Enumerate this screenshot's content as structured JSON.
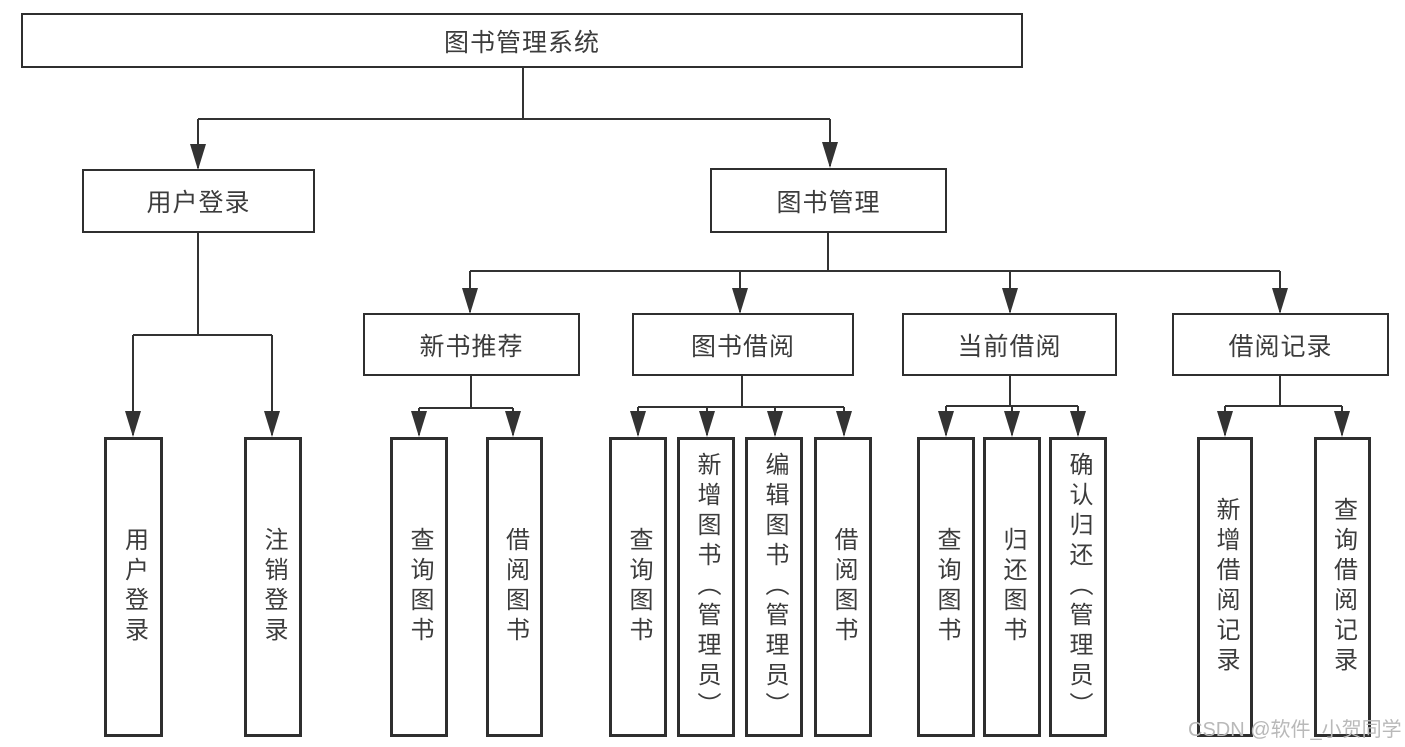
{
  "diagram": {
    "root": "图书管理系统",
    "groups": [
      {
        "label": "用户登录",
        "children": [
          "用户登录",
          "注销登录"
        ]
      },
      {
        "label": "图书管理",
        "sections": [
          {
            "label": "新书推荐",
            "children": [
              "查询图书",
              "借阅图书"
            ]
          },
          {
            "label": "图书借阅",
            "children": [
              "查询图书",
              "新增图书（管理员）",
              "编辑图书（管理员）",
              "借阅图书"
            ]
          },
          {
            "label": "当前借阅",
            "children": [
              "查询图书",
              "归还图书",
              "确认归还（管理员）"
            ]
          },
          {
            "label": "借阅记录",
            "children": [
              "新增借阅记录",
              "查询借阅记录"
            ]
          }
        ]
      }
    ]
  },
  "watermark": "CSDN @软件_小贺同学",
  "colors": {
    "line": "#333333",
    "text": "#3c3c3c",
    "watermark": "#b9b9b9",
    "background": "#ffffff"
  }
}
